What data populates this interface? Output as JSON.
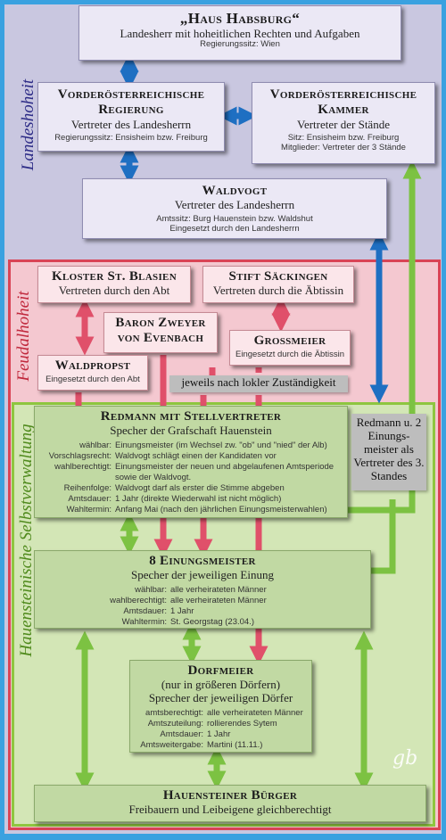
{
  "zones": {
    "landeshoheit": "Landeshoheit",
    "feudalhoheit": "Feudalhoheit",
    "selbstverwaltung": "Hauensteinische Selbstverwaltung"
  },
  "boxes": {
    "habsburg": {
      "title": "„Haus Habsburg“",
      "line1": "Landesherr mit hoheitlichen Rechten und Aufgaben",
      "detail": "Regierungssitz: Wien"
    },
    "regierung": {
      "title1": "Vorderösterreichische",
      "title2": "Regierung",
      "line1": "Vertreter des Landesherrn",
      "detail": "Regierungssitz: Ensisheim bzw. Freiburg"
    },
    "kammer": {
      "title1": "Vorderösterreichische",
      "title2": "Kammer",
      "line1": "Vertreter der Stände",
      "detail1": "Sitz: Ensisheim bzw. Freiburg",
      "detail2": "Mitglieder: Vertreter der 3 Stände"
    },
    "waldvogt": {
      "title": "Waldvogt",
      "line1": "Vertreter des Landesherrn",
      "detail1": "Amtssitz: Burg Hauenstein bzw. Waldshut",
      "detail2": "Eingesetzt durch den Landesherrn"
    },
    "kloster": {
      "title": "Kloster St. Blasien",
      "line1": "Vertreten durch den Abt"
    },
    "stift": {
      "title": "Stift Säckingen",
      "line1": "Vertreten durch die Äbtissin"
    },
    "baron": {
      "title1": "Baron Zweyer",
      "title2": "von Evenbach"
    },
    "grossmeier": {
      "title": "Grossmeier",
      "detail": "Eingesetzt durch die Äbtissin"
    },
    "waldpropst": {
      "title": "Waldpropst",
      "detail": "Eingesetzt durch den Abt"
    },
    "redmann": {
      "title": "Redmann mit Stellvertreter",
      "line1": "Specher der Grafschaft Hauenstein",
      "rows": [
        {
          "k": "wählbar:",
          "v": "Einungsmeister (im Wechsel zw. \"ob\" und \"nied\" der Alb)"
        },
        {
          "k": "Vorschlagsrecht:",
          "v": "Waldvogt schlägt einen der Kandidaten vor"
        },
        {
          "k": "wahlberechtigt:",
          "v": "Einungsmeister der neuen und abgelaufenen Amtsperiode"
        },
        {
          "k": "",
          "v": "sowie der Waldvogt."
        },
        {
          "k": "Reihenfolge:",
          "v": "Waldvogt darf als erster die Stimme abgeben"
        },
        {
          "k": "Amtsdauer:",
          "v": "1 Jahr (direkte Wiederwahl ist nicht möglich)"
        },
        {
          "k": "Wahltermin:",
          "v": "Anfang Mai (nach den jährlichen Einungsmeisterwahlen)"
        }
      ]
    },
    "einungsmeister": {
      "title": "8 Einungsmeister",
      "line1": "Specher der jeweiligen Einung",
      "rows": [
        {
          "k": "wählbar:",
          "v": "alle verheirateten Männer"
        },
        {
          "k": "wahlberechtigt:",
          "v": "alle verheirateten Männer"
        },
        {
          "k": "Amtsdauer:",
          "v": "1 Jahr"
        },
        {
          "k": "Wahltermin:",
          "v": "St. Georgstag (23.04.)"
        }
      ]
    },
    "dorfmeier": {
      "title": "Dorfmeier",
      "line1": "(nur in größeren Dörfern)",
      "line2": "Sprecher der jeweiligen Dörfer",
      "rows": [
        {
          "k": "amtsberechtigt:",
          "v": "alle verheirateten Männer"
        },
        {
          "k": "Amtszuteilung:",
          "v": "rollierendes Sytem"
        },
        {
          "k": "Amtsdauer:",
          "v": "1 Jahr"
        },
        {
          "k": "Amtsweitergabe:",
          "v": "Martini (11.11.)"
        }
      ]
    },
    "buerger": {
      "title": "Hauensteiner Bürger",
      "line1": "Freibauern und Leibeigene gleichberechtigt"
    }
  },
  "notes": {
    "zustaendigkeit": "jeweils nach lokler Zuständigkeit",
    "vertreter": "Redmann u. 2 Einungs-meister als Vertreter des 3. Standes"
  },
  "signature": "gb",
  "colors": {
    "blue_arrow": "#1e6fc2",
    "red_arrow": "#e0506a",
    "green_arrow": "#7cc242",
    "frame": "#3aa1e0"
  }
}
